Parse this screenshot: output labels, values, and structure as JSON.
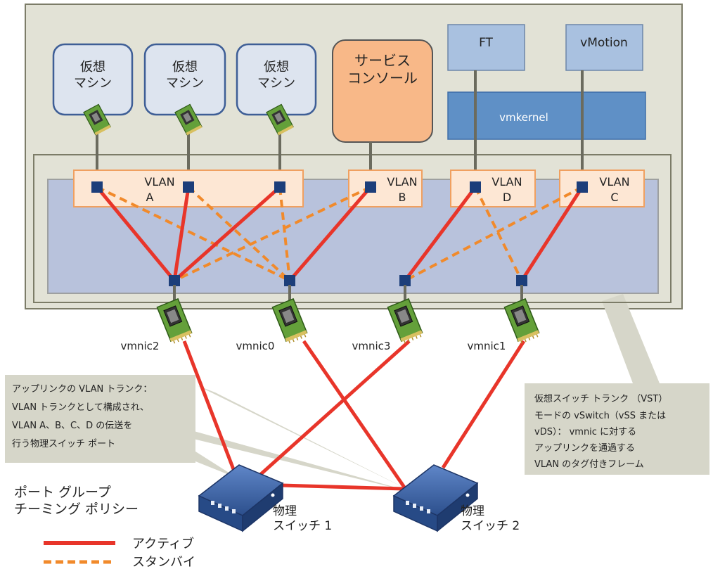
{
  "vms": [
    {
      "line1": "仮想",
      "line2": "マシン"
    },
    {
      "line1": "仮想",
      "line2": "マシン"
    },
    {
      "line1": "仮想",
      "line2": "マシン"
    }
  ],
  "service_console": {
    "line1": "サービス",
    "line2": "コンソール"
  },
  "ft": "FT",
  "vmotion": "vMotion",
  "vmkernel": "vmkernel",
  "port_groups": [
    {
      "line1": "VLAN",
      "line2": "A"
    },
    {
      "line1": "VLAN",
      "line2": "B"
    },
    {
      "line1": "VLAN",
      "line2": "D"
    },
    {
      "line1": "VLAN",
      "line2": "C"
    }
  ],
  "vmnics": [
    "vmnic2",
    "vmnic0",
    "vmnic3",
    "vmnic1"
  ],
  "callout_left": [
    "アップリンクの VLAN トランク：",
    "VLAN トランクとして構成され、",
    "VLAN A、B、C、D の伝送を",
    "行う物理スイッチ ポート"
  ],
  "callout_right": [
    "仮想スイッチ トランク （VST）",
    "モードの vSwitch（vSS または",
    "vDS）： vmnic に対する",
    "アップリンクを通過する",
    "VLAN のタグ付きフレーム"
  ],
  "switches": [
    {
      "line1": "物理",
      "line2": "スイッチ 1"
    },
    {
      "line1": "物理",
      "line2": "スイッチ 2"
    }
  ],
  "legend": {
    "title_line1": "ポート グループ",
    "title_line2": "チーミング ポリシー",
    "active": "アクティブ",
    "standby": "スタンバイ"
  },
  "colors": {
    "active": "#e8352a",
    "standby": "#f18a2b",
    "host_bg": "#e2e2d6",
    "vswitch_bg": "#b8c2dc",
    "vm_fill": "#dde4ef",
    "vm_border": "#3e5e96",
    "console_fill": "#f8b888",
    "vmk_fill": "#5f90c6",
    "ftbox_fill": "#a9c1e0",
    "portgroup_fill": "#fde7d4",
    "portgroup_border": "#f0a060",
    "port_node": "#1c3e7a",
    "callout_fill": "#d6d6c9"
  }
}
